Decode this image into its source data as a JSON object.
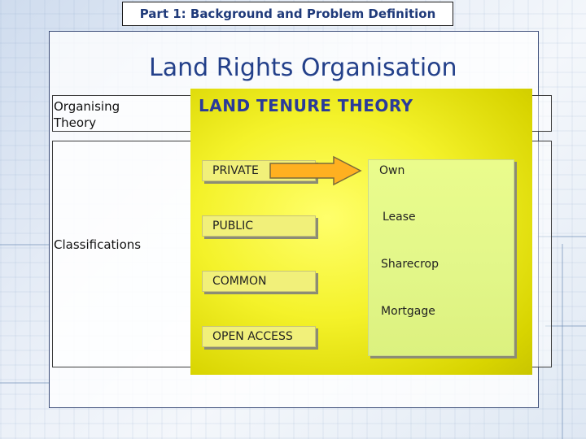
{
  "header": {
    "title": "Part 1: Background and Problem Definition"
  },
  "slide": {
    "title": "Land Rights Organisation",
    "organising_label": "Organising Theory",
    "classifications_label": "Classifications",
    "theory_title": "LAND TENURE THEORY"
  },
  "tenure_types": [
    "PRIVATE",
    "PUBLIC",
    "COMMON",
    "OPEN ACCESS"
  ],
  "private_rights": [
    "Own",
    "Lease",
    "Sharecrop",
    "Mortgage"
  ],
  "colors": {
    "theory_background": "#f4f22a",
    "theory_title": "#2a3a9a",
    "arrow_fill": "#ffb020",
    "rights_panel": "#e3f78a",
    "header_text": "#1f3a7a",
    "title_text": "#23408a"
  },
  "icons": {
    "arrow": "right-arrow-icon"
  }
}
